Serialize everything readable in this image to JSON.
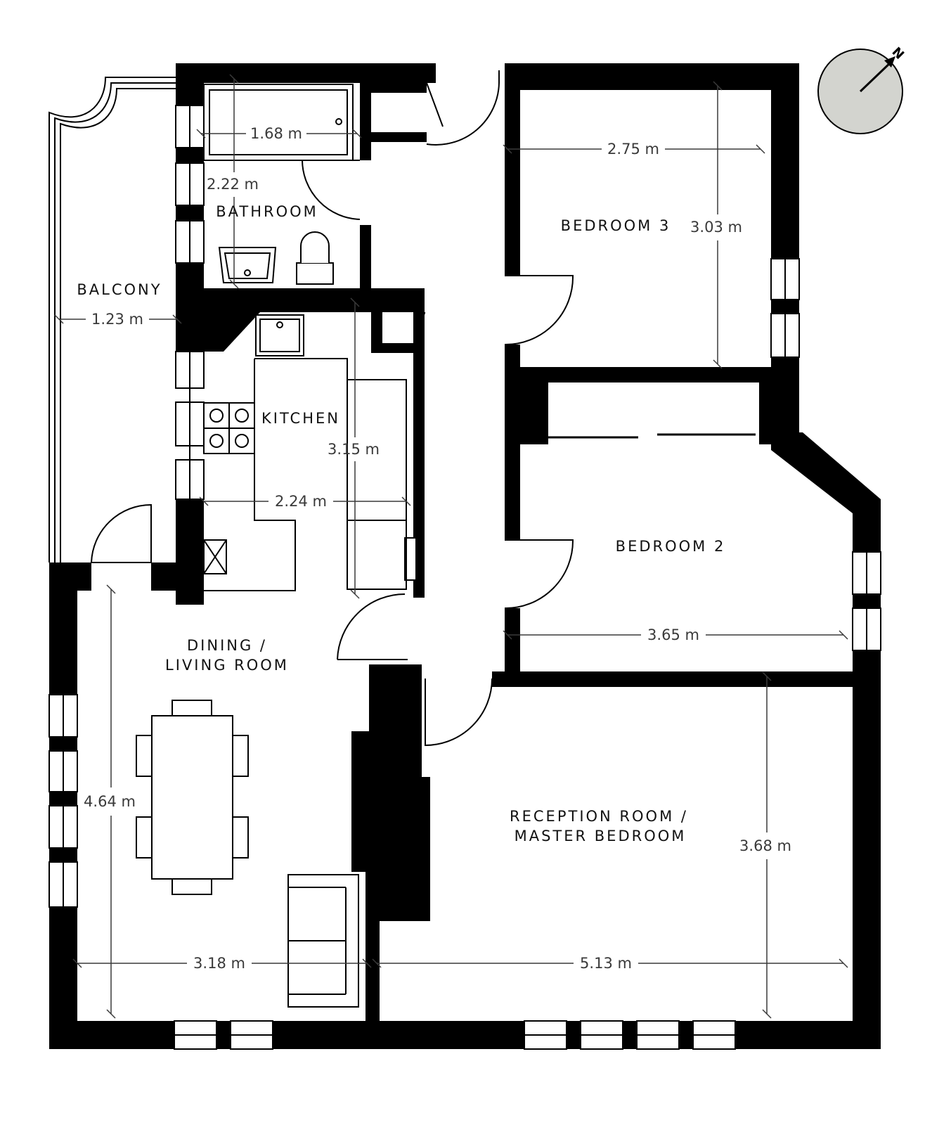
{
  "rooms": {
    "bathroom": "BATHROOM",
    "balcony": "BALCONY",
    "kitchen": "KITCHEN",
    "bedroom3": "BEDROOM 3",
    "bedroom2": "BEDROOM 2",
    "dining_line1": "DINING /",
    "dining_line2": "LIVING ROOM",
    "reception_line1": "RECEPTION ROOM /",
    "reception_line2": "MASTER BEDROOM"
  },
  "dimensions": {
    "bath_width": "1.68 m",
    "bath_depth": "2.22 m",
    "balcony_width": "1.23 m",
    "kitchen_length": "3.15 m",
    "kitchen_width": "2.24 m",
    "bedroom3_width": "2.75 m",
    "bedroom3_depth": "3.03 m",
    "bedroom2_width": "3.65 m",
    "dining_depth": "4.64 m",
    "dining_width": "3.18 m",
    "reception_width": "5.13 m",
    "reception_depth": "3.68 m"
  },
  "compass": {
    "label": "N",
    "fill_color": "#d3d4cf"
  },
  "colors": {
    "wall": "#000000",
    "dimension": "#3a3a3a"
  }
}
